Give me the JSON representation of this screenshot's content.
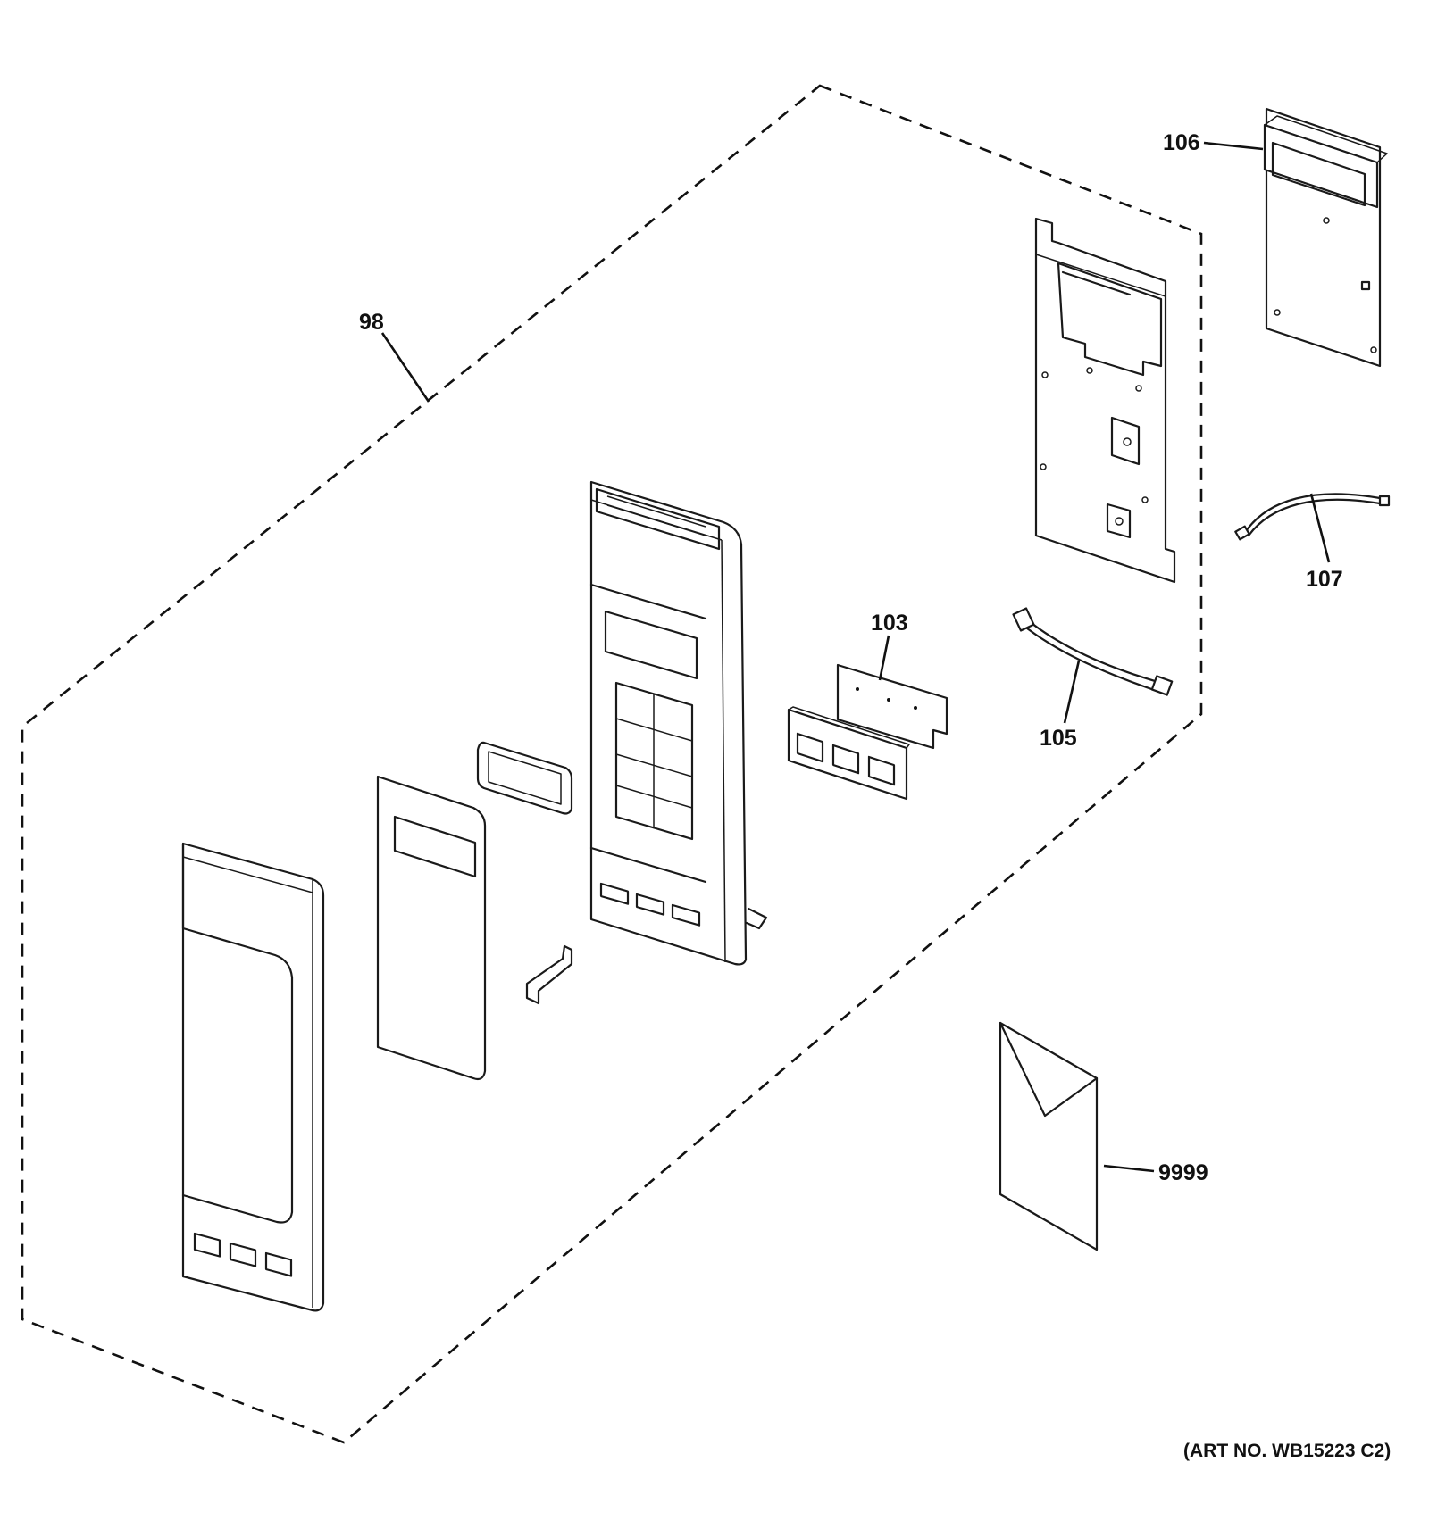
{
  "callouts": {
    "p98": "98",
    "p103": "103",
    "p105": "105",
    "p106": "106",
    "p107": "107",
    "p9999": "9999"
  },
  "art_number": "(ART NO. WB15223 C2)"
}
